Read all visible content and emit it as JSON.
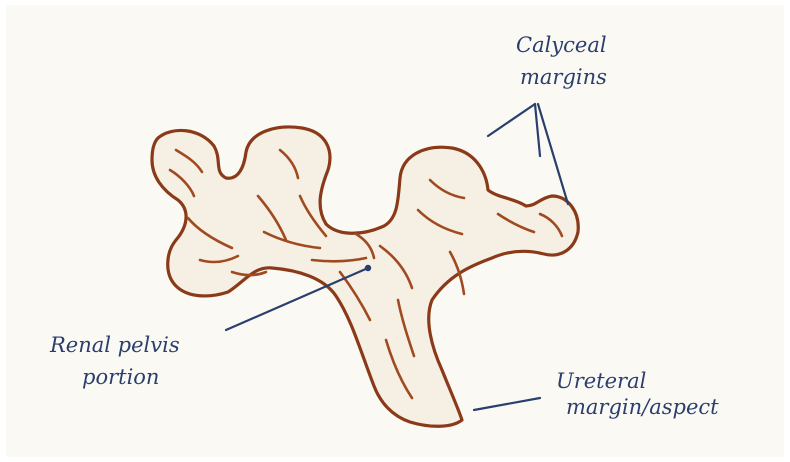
{
  "colors": {
    "background": "#ffffff",
    "paper": "#fbf9f3",
    "specimen_outline": "#8a3a18",
    "specimen_fill": "#f6efe4",
    "specimen_shading": "#a04a20",
    "ink": "#2a3f6e"
  },
  "annotations": {
    "calyceal": {
      "line1": "Calyceal",
      "line2": "margins"
    },
    "renal_pelvis": {
      "line1": "Renal pelvis",
      "line2": "portion"
    },
    "ureteral": {
      "line1": "Ureteral",
      "line2": "margin/aspect"
    }
  }
}
